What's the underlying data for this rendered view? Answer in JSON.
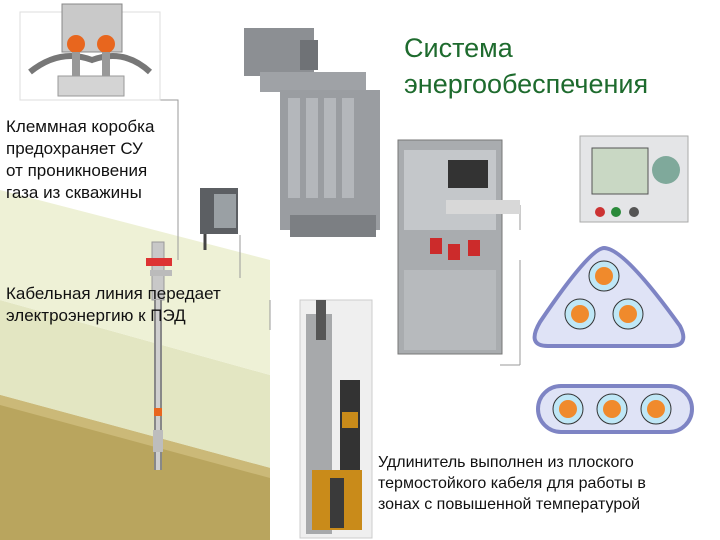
{
  "title": "Система\nэнергообеспечения",
  "captions": {
    "junction_box": "Клеммная коробка\nпредохраняет СУ\nот проникновения\nгаза из скважины",
    "cable_line": "Кабельная линия передает\nэлектроэнергию к ПЭД",
    "extension": "Удлинитель выполнен из плоского\nтермостойкого кабеля для работы в\nзонах с повышенной температурой"
  },
  "colors": {
    "title": "#1e6b2e",
    "ground_top": "#e9edc9",
    "ground_side": "#b9a45d",
    "cable_core": "#f08a2c",
    "cable_sheath": "#7e84c4"
  },
  "icons": {
    "cable_head": "cable-head-illustration",
    "transformer": "transformer-illustration",
    "control_station": "control-station-illustration",
    "controller_panel": "controller-panel-illustration",
    "round_cable": "round-cable-section-icon",
    "flat_cable": "flat-cable-section-icon",
    "downhole": "downhole-equipment-illustration"
  }
}
